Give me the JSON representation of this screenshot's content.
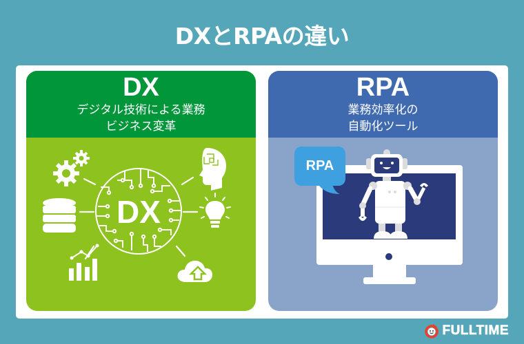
{
  "page": {
    "title": "DXとRPAの違い"
  },
  "cards": [
    {
      "name": "DX",
      "desc_line1": "デジタル技術による業務",
      "desc_line2": "ビジネス変革",
      "illustration_label": "DX",
      "icons": [
        "gears-icon",
        "database-icon",
        "chart-icon",
        "brain-head-icon",
        "lightbulb-icon",
        "cloud-upload-icon"
      ],
      "colors": {
        "header": "#009639",
        "body": "#8dc21f"
      }
    },
    {
      "name": "RPA",
      "desc_line1": "業務効率化の",
      "desc_line2": "自動化ツール",
      "bubble_label": "RPA",
      "icons": [
        "monitor-icon",
        "robot-icon",
        "speech-bubble-icon"
      ],
      "colors": {
        "header": "#3f6aaf",
        "body": "#8aa3c8",
        "screen": "#2b3a7a",
        "bubble": "#3fa0e0"
      }
    }
  ],
  "footer": {
    "brand": "FULLTIME",
    "brand_color": "#e8402d"
  },
  "colors": {
    "background": "#55a6b8",
    "panel": "#ffffff"
  }
}
